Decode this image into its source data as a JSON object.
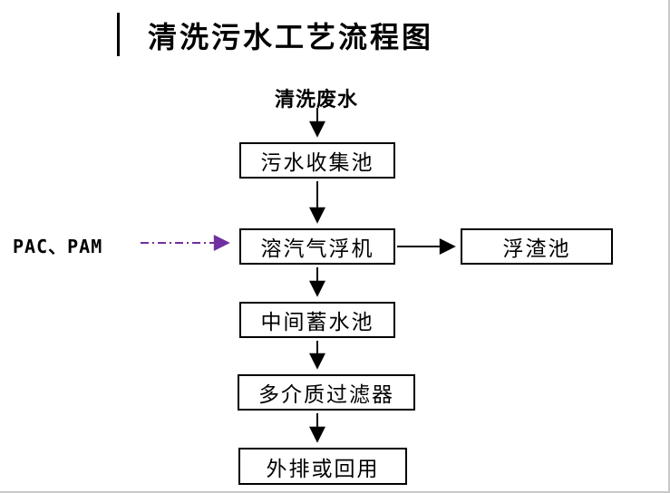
{
  "title": "清洗污水工艺流程图",
  "flow": {
    "source": "清洗废水",
    "chemical_input": "PAC、PAM",
    "main_sequence": [
      {
        "label": "污水收集池"
      },
      {
        "label": "溶汽气浮机"
      },
      {
        "label": "中间蓄水池"
      },
      {
        "label": "多介质过滤器"
      },
      {
        "label": "外排或回用"
      }
    ],
    "branch": {
      "from": "溶汽气浮机",
      "to": "浮渣池"
    }
  },
  "colors": {
    "flow_arrow": "#000000",
    "chemical_arrow": "#7030a0",
    "box_border": "#000000",
    "text": "#000000"
  }
}
